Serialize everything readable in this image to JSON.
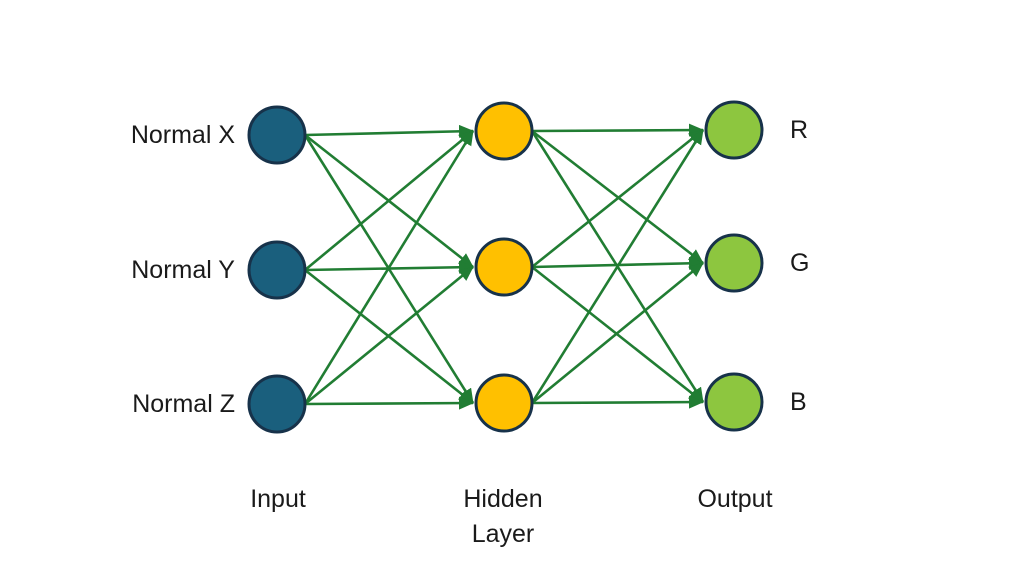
{
  "diagram": {
    "background_color": "#ffffff",
    "edge_color": "#217D33",
    "node_border_color": "#17324A",
    "layers": [
      {
        "id": "input",
        "caption": "Input",
        "node_fill": "#1A5F7D",
        "nodes": [
          {
            "label": "Normal X"
          },
          {
            "label": "Normal Y"
          },
          {
            "label": "Normal Z"
          }
        ]
      },
      {
        "id": "hidden",
        "caption": "Hidden Layer",
        "node_fill": "#FFC000",
        "nodes": [
          {
            "label": ""
          },
          {
            "label": ""
          },
          {
            "label": ""
          }
        ]
      },
      {
        "id": "output",
        "caption": "Output",
        "node_fill": "#8DC63F",
        "nodes": [
          {
            "label": "R"
          },
          {
            "label": "G"
          },
          {
            "label": "B"
          }
        ]
      }
    ],
    "connections": [
      {
        "from": "input",
        "to": "hidden"
      },
      {
        "from": "hidden",
        "to": "output"
      }
    ]
  }
}
